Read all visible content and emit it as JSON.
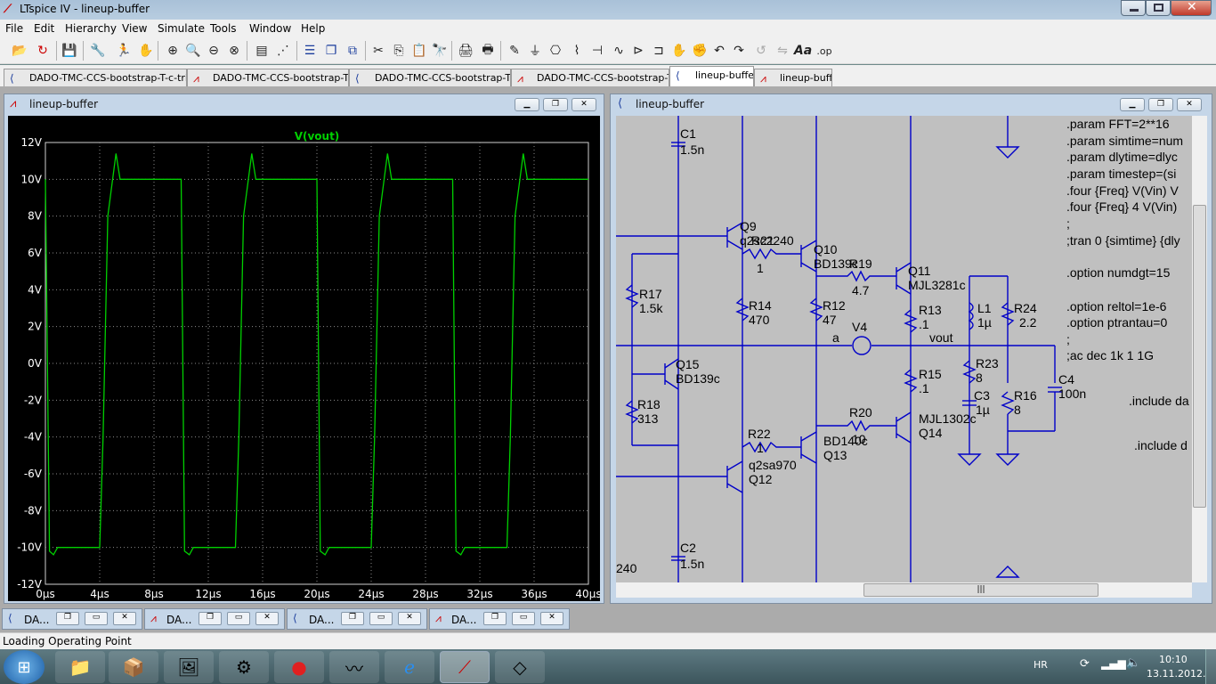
{
  "window": {
    "title": "LTspice IV - lineup-buffer"
  },
  "menu": [
    "File",
    "Edit",
    "Hierarchy",
    "View",
    "Simulate",
    "Tools",
    "Window",
    "Help"
  ],
  "tabs": [
    {
      "label": "DADO-TMC-CCS-bootstrap-T-c-triple",
      "kind": "schematic"
    },
    {
      "label": "DADO-TMC-CCS-bootstrap-T-d",
      "kind": "waveform"
    },
    {
      "label": "DADO-TMC-CCS-bootstrap-T-d",
      "kind": "schematic"
    },
    {
      "label": "DADO-TMC-CCS-bootstrap-T-d",
      "kind": "waveform"
    },
    {
      "label": "lineup-buffer",
      "kind": "schematic",
      "active": true
    },
    {
      "label": "lineup-buffer",
      "kind": "waveform"
    }
  ],
  "plot_window": {
    "title": "lineup-buffer"
  },
  "schematic_window": {
    "title": "lineup-buffer"
  },
  "chart_data": {
    "type": "line",
    "title": "V(vout)",
    "xlabel": "",
    "ylabel": "",
    "x_ticks": [
      "0µs",
      "4µs",
      "8µs",
      "12µs",
      "16µs",
      "20µs",
      "24µs",
      "28µs",
      "32µs",
      "36µs",
      "40µs"
    ],
    "y_ticks": [
      "12V",
      "10V",
      "8V",
      "6V",
      "4V",
      "2V",
      "0V",
      "-2V",
      "-4V",
      "-6V",
      "-8V",
      "-10V",
      "-12V"
    ],
    "xlim": [
      0,
      40
    ],
    "ylim": [
      -12,
      12
    ],
    "grid": true,
    "color": "#00d000",
    "series": [
      {
        "name": "V(vout)",
        "x": [
          0,
          0.3,
          0.6,
          0.9,
          2.0,
          3.0,
          4.0,
          4.25,
          4.6,
          5.2,
          5.5,
          6.0,
          7.0,
          8.0,
          9.0,
          10.0,
          10.25,
          10.6,
          10.9,
          12.0,
          13.0,
          14.0,
          14.25,
          14.6,
          15.2,
          15.5,
          16.0,
          17.0,
          18.0,
          19.0,
          20.0,
          20.25,
          20.6,
          20.9,
          22.0,
          23.0,
          24.0,
          24.25,
          24.6,
          25.2,
          25.5,
          26.0,
          27.0,
          28.0,
          29.0,
          30.0,
          30.25,
          30.6,
          30.9,
          32.0,
          33.0,
          34.0,
          34.25,
          34.6,
          35.2,
          35.5,
          36.0,
          37.0,
          38.0,
          39.0,
          40.0
        ],
        "y": [
          10,
          -10.2,
          -10.4,
          -10,
          -10,
          -10,
          -10,
          -4,
          8,
          11.4,
          10,
          10,
          10,
          10,
          10,
          10,
          -10.2,
          -10.4,
          -10,
          -10,
          -10,
          -10,
          -4,
          8,
          11.4,
          10,
          10,
          10,
          10,
          10,
          10,
          -10.2,
          -10.4,
          -10,
          -10,
          -10,
          -10,
          -4,
          8,
          11.4,
          10,
          10,
          10,
          10,
          10,
          10,
          -10.2,
          -10.4,
          -10,
          -10,
          -10,
          -10,
          -4,
          8,
          11.4,
          10,
          10,
          10,
          10,
          10,
          10
        ]
      }
    ]
  },
  "schematic": {
    "labels": [
      {
        "t": "C1"
      },
      {
        "t": "1.5n"
      },
      {
        "t": "Q9"
      },
      {
        "t": "q2sc2240"
      },
      {
        "t": "R21"
      },
      {
        "t": "1"
      },
      {
        "t": "Q10"
      },
      {
        "t": "BD139c"
      },
      {
        "t": "R19"
      },
      {
        "t": "4.7"
      },
      {
        "t": "Q11"
      },
      {
        "t": "MJL3281c"
      },
      {
        "t": "R17"
      },
      {
        "t": "1.5k"
      },
      {
        "t": "R14"
      },
      {
        "t": "470"
      },
      {
        "t": "R12"
      },
      {
        "t": "47"
      },
      {
        "t": "R13"
      },
      {
        "t": ".1"
      },
      {
        "t": "V4"
      },
      {
        "t": "a"
      },
      {
        "t": "vout"
      },
      {
        "t": "L1"
      },
      {
        "t": "1µ"
      },
      {
        "t": "R24"
      },
      {
        "t": "2.2"
      },
      {
        "t": "Q15"
      },
      {
        "t": "BD139c"
      },
      {
        "t": "R15"
      },
      {
        "t": ".1"
      },
      {
        "t": "R23"
      },
      {
        "t": "8"
      },
      {
        "t": "C4"
      },
      {
        "t": "100n"
      },
      {
        "t": "C3"
      },
      {
        "t": "1µ"
      },
      {
        "t": "R16"
      },
      {
        "t": "8"
      },
      {
        "t": "R18"
      },
      {
        "t": "313"
      },
      {
        "t": "R20"
      },
      {
        "t": "10"
      },
      {
        "t": "MJL1302c"
      },
      {
        "t": "Q14"
      },
      {
        "t": "R22"
      },
      {
        "t": "1"
      },
      {
        "t": "BD140c"
      },
      {
        "t": "Q13"
      },
      {
        "t": "q2sa970"
      },
      {
        "t": "Q12"
      },
      {
        "t": "C2"
      },
      {
        "t": "1.5n"
      },
      {
        "t": "240"
      }
    ],
    "directives": [
      ".param FFT=2**16",
      ".param simtime=num",
      ".param dlytime=dlyc",
      ".param timestep=(si",
      ".four {Freq} V(Vin) V",
      ".four {Freq} 4 V(Vin)",
      ";",
      ";tran 0 {simtime} {dly",
      ".option numdgt=15",
      ".option reltol=1e-6",
      ".option ptrantau=0",
      ";",
      ";ac dec 1k 1 1G",
      ".include da",
      ".include d"
    ]
  },
  "minimized": [
    {
      "label": "DA...",
      "kind": "schematic"
    },
    {
      "label": "DA...",
      "kind": "waveform"
    },
    {
      "label": "DA...",
      "kind": "schematic"
    },
    {
      "label": "DA...",
      "kind": "waveform"
    }
  ],
  "status": {
    "text": "Loading Operating Point"
  },
  "tray": {
    "lang": "HR",
    "time": "10:10",
    "date": "13.11.2012."
  }
}
